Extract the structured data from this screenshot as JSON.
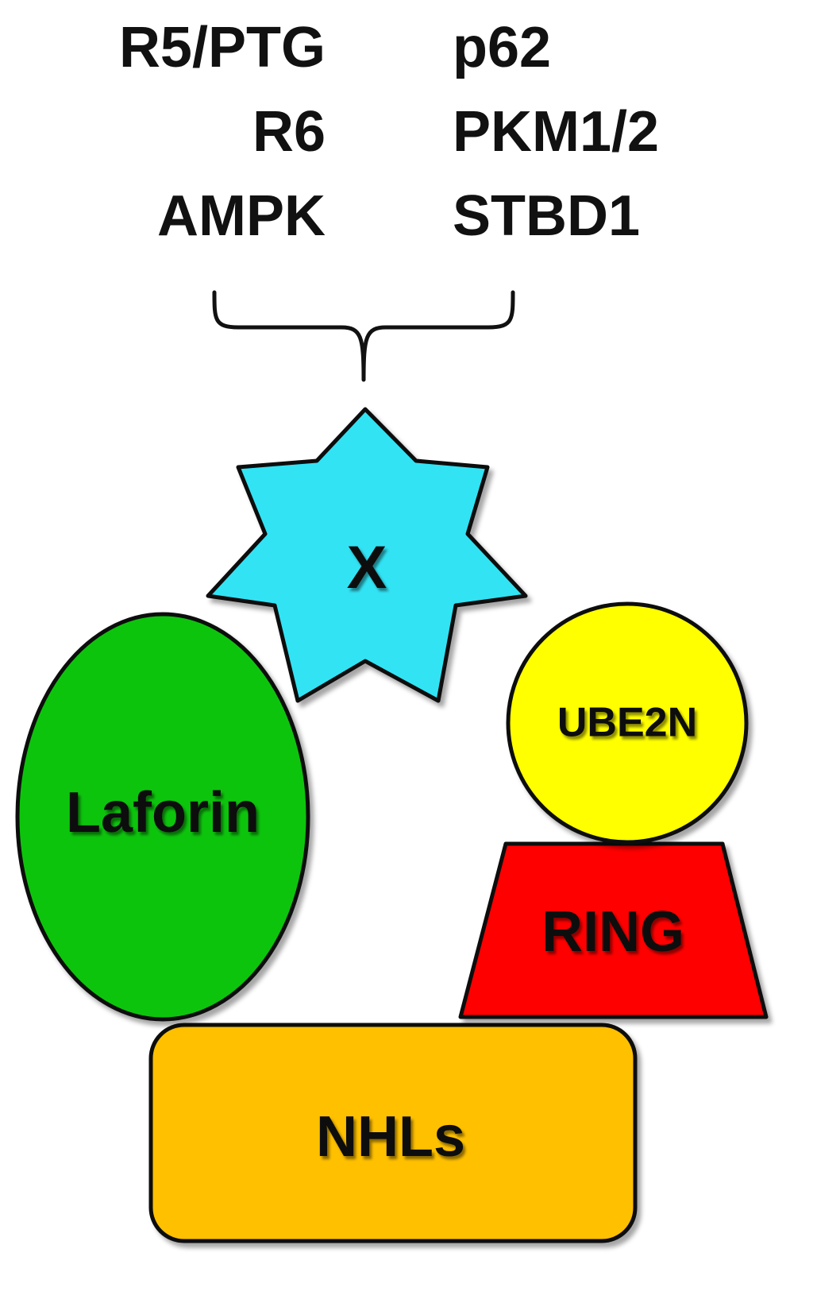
{
  "interactors_left": [
    "R5/PTG",
    "R6",
    "AMPK"
  ],
  "interactors_right": [
    "p62",
    "PKM1/2",
    "STBD1"
  ],
  "nodes": {
    "x": {
      "label": "X",
      "color": "#33e3f4"
    },
    "laforin": {
      "label": "Laforin",
      "color": "#11c411"
    },
    "ube2n": {
      "label": "UBE2N",
      "color": "#ffff00"
    },
    "ring": {
      "label": "RING",
      "color": "#ff0000"
    },
    "nhls": {
      "label": "NHLs",
      "color": "#ffc000"
    }
  }
}
